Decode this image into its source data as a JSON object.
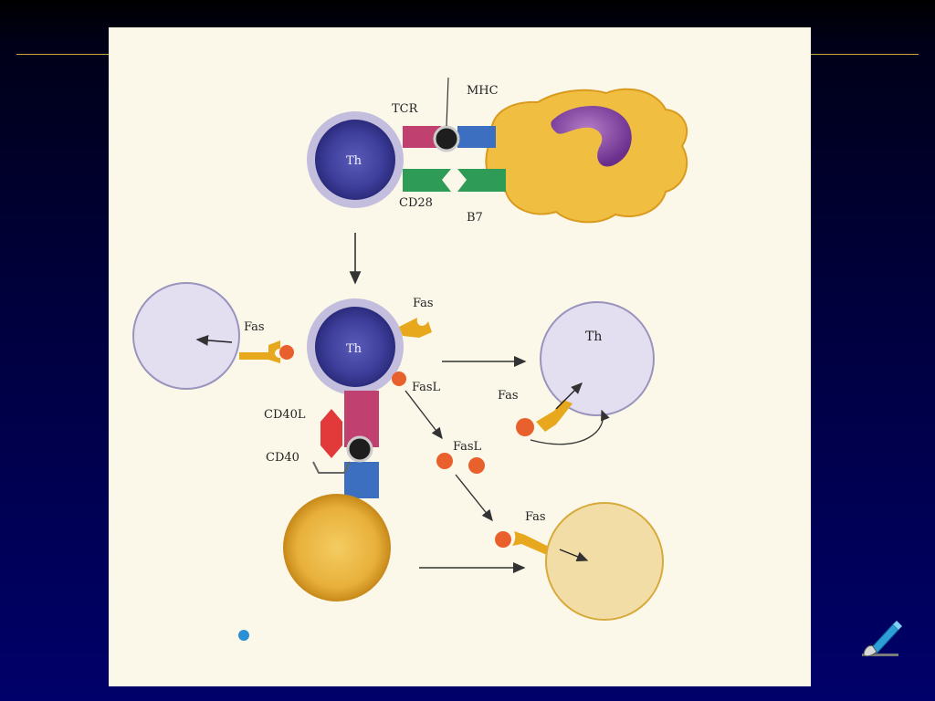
{
  "header": {
    "left_title": "",
    "right_title": ""
  },
  "diagram": {
    "labels": {
      "antigen_peptide": "",
      "tcr": "TCR",
      "mhc_line1": "MHC",
      "mhc_line2": "",
      "macrophage": "",
      "cd28": "CD28",
      "b7": "B7",
      "th_top": "Th",
      "t_cell_line1": "",
      "t_cell_line2": "",
      "fas_left": "Fas",
      "th_mid": "Th",
      "fas_top": "Fas",
      "fasl": "FasL",
      "th_apoptosis_line1": "Th",
      "th_apoptosis_line2": "",
      "suicide": "",
      "fas_mid": "Fas",
      "cd40l": "CD40L",
      "cd40": "CD40",
      "fasl_free": "FasL",
      "fas_bottom": "Fas",
      "b_cell": "",
      "b_cell_apoptosis_line1": "",
      "b_cell_apoptosis_line2": "",
      "fratricide": ""
    },
    "caption": {
      "figure_no": "",
      "text": ""
    }
  },
  "icons": {
    "pen": "pen-icon"
  }
}
